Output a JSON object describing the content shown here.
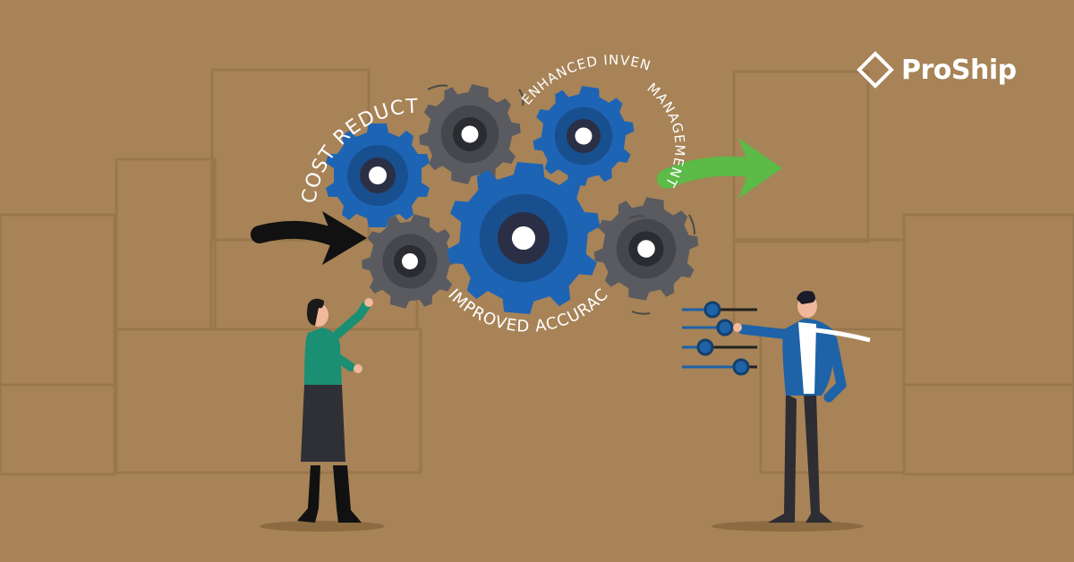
{
  "brand": {
    "name": "ProShip"
  },
  "labels": {
    "cost_reduction": "COST REDUCTION",
    "enhanced_inventory": "ENHANCED INVENTORY",
    "management": "MANAGEMENT",
    "improved_accuracy": "IMPROVED ACCURACY"
  },
  "colors": {
    "background": "#a78357",
    "box_outline": "#99774c",
    "gear_blue": "#1e64b4",
    "gear_gray": "#5a5b60",
    "arrow_in": "#111111",
    "arrow_out": "#5cba47",
    "woman_top": "#1b8f74",
    "man_jacket": "#1e62a8"
  },
  "icons": {
    "logo_mark": "diamond-outline-icon",
    "input_arrow": "black-arrow-icon",
    "output_arrow": "green-arrow-icon",
    "sliders": "slider-controls-icon"
  }
}
